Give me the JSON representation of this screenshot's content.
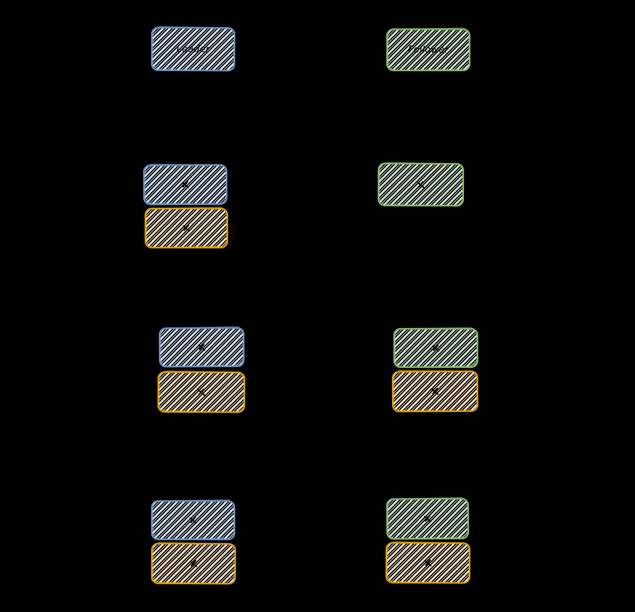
{
  "diagram": {
    "background": "#000000",
    "ink": "#000000",
    "style": "hand-drawn-hachure",
    "palette": {
      "blue": {
        "stroke": "#6c8ebf",
        "fill": "#dae8fc"
      },
      "green": {
        "stroke": "#82b366",
        "fill": "#d5e8d4"
      },
      "orange": {
        "stroke": "#d79b00",
        "fill": "#ffe6cc"
      }
    },
    "labels": {
      "leader": "Leader",
      "follower": "Follower"
    },
    "structure": {
      "columns": [
        "leader",
        "follower"
      ],
      "rows": [
        {
          "leader": [
            "blue"
          ],
          "follower": [
            "green"
          ]
        },
        {
          "leader": [
            "blue",
            "orange"
          ],
          "follower": [
            "green"
          ]
        },
        {
          "leader": [
            "blue",
            "orange"
          ],
          "follower": [
            "green",
            "orange"
          ]
        },
        {
          "leader": [
            "blue",
            "orange"
          ],
          "follower": [
            "green",
            "orange"
          ]
        }
      ]
    }
  }
}
